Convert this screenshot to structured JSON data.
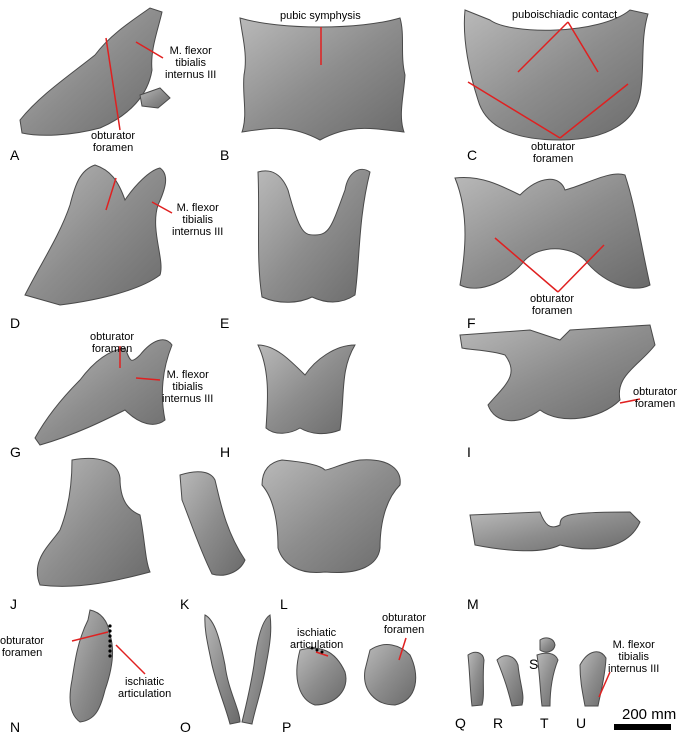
{
  "figure": {
    "panel_labels": {
      "A": "A",
      "B": "B",
      "C": "C",
      "D": "D",
      "E": "E",
      "F": "F",
      "G": "G",
      "H": "H",
      "I": "I",
      "J": "J",
      "K": "K",
      "L": "L",
      "M": "M",
      "N": "N",
      "O": "O",
      "P": "P",
      "Q": "Q",
      "R": "R",
      "S": "S",
      "T": "T",
      "U": "U"
    },
    "annotations": {
      "obturator_foramen_line1": "obturator",
      "obturator_foramen_line2": "foramen",
      "m_flexor_line1": "M. flexor",
      "m_flexor_line2": "tibialis",
      "m_flexor_line3": "internus III",
      "pubic_symphysis": "pubic symphysis",
      "puboischiadic_contact": "puboischiadic contact",
      "ischiatic_line1": "ischiatic",
      "ischiatic_line2": "articulation"
    },
    "scale_bar": {
      "label": "200 mm"
    },
    "colors": {
      "annotation_line": "#e02020",
      "bone_fill": "#8e8e8e",
      "bone_stroke": "#4a4a4a"
    }
  }
}
